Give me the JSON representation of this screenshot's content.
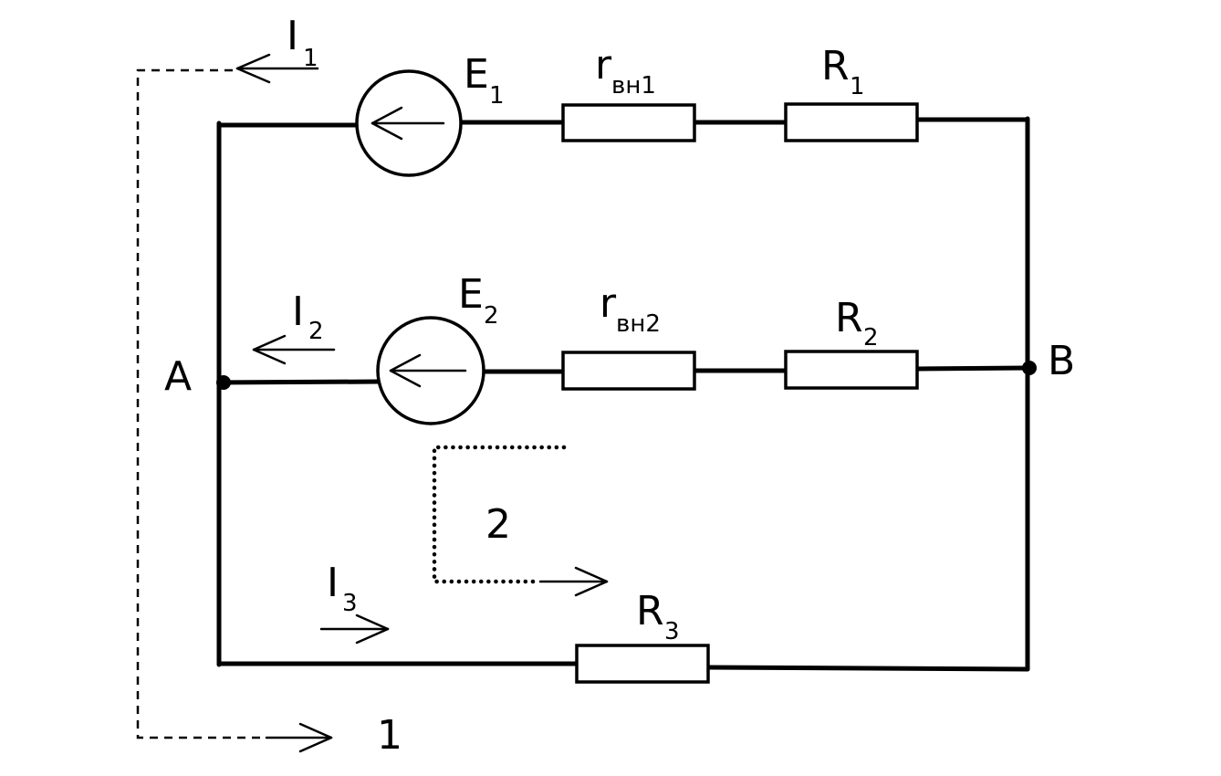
{
  "labels": {
    "I1": {
      "main": "I",
      "sub": "1"
    },
    "I2": {
      "main": "I",
      "sub": "2"
    },
    "I3": {
      "main": "I",
      "sub": "3"
    },
    "E1": {
      "main": "E",
      "sub": "1"
    },
    "E2": {
      "main": "E",
      "sub": "2"
    },
    "r1": {
      "main": "r",
      "sub": "вн1"
    },
    "r2": {
      "main": "r",
      "sub": "вн2"
    },
    "R1": {
      "main": "R",
      "sub": "1"
    },
    "R2": {
      "main": "R",
      "sub": "2"
    },
    "R3": {
      "main": "R",
      "sub": "3"
    },
    "nodeA": "A",
    "nodeB": "B",
    "loop1": "1",
    "loop2": "2"
  }
}
